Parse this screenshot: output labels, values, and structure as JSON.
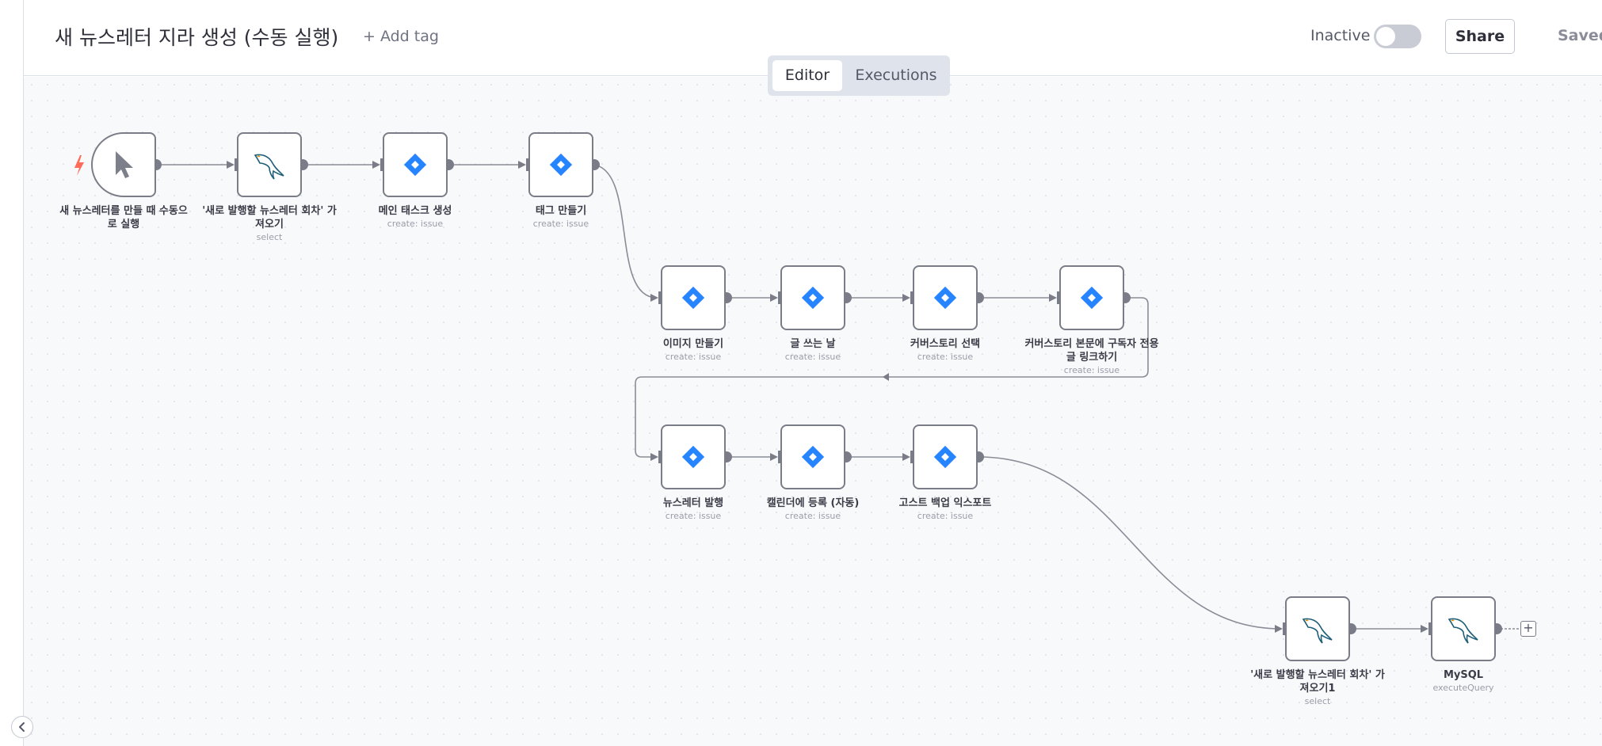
{
  "header": {
    "workflow_title": "새 뉴스레터 지라 생성 (수동 실행)",
    "add_tag": "+ Add tag",
    "inactive_label": "Inactive",
    "share_label": "Share",
    "saved_label": "Saved"
  },
  "tabs": {
    "editor": "Editor",
    "executions": "Executions",
    "active": "Editor"
  },
  "colors": {
    "jira": "#2684ff",
    "mysql": "#1f5f7a",
    "trigger": "#ff6d5a",
    "edge": "#7a7d87"
  },
  "nodes": [
    {
      "label": "새 뉴스레터를 만들 때 수동으로 실행",
      "sub": "",
      "icon": "cursor-icon"
    },
    {
      "label": "'새로 발행할 뉴스레터 회차' 가져오기",
      "sub": "select",
      "icon": "mysql-icon"
    },
    {
      "label": "메인 태스크 생성",
      "sub": "create: issue",
      "icon": "jira-icon"
    },
    {
      "label": "태그 만들기",
      "sub": "create: issue",
      "icon": "jira-icon"
    },
    {
      "label": "이미지 만들기",
      "sub": "create: issue",
      "icon": "jira-icon"
    },
    {
      "label": "글 쓰는 날",
      "sub": "create: issue",
      "icon": "jira-icon"
    },
    {
      "label": "커버스토리 선택",
      "sub": "create: issue",
      "icon": "jira-icon"
    },
    {
      "label": "커버스토리 본문에 구독자 전용 글 링크하기",
      "sub": "create: issue",
      "icon": "jira-icon"
    },
    {
      "label": "뉴스레터 발행",
      "sub": "create: issue",
      "icon": "jira-icon"
    },
    {
      "label": "캘린더에 등록 (자동)",
      "sub": "create: issue",
      "icon": "jira-icon"
    },
    {
      "label": "고스트 백업 익스포트",
      "sub": "create: issue",
      "icon": "jira-icon"
    },
    {
      "label": "'새로 발행할 뉴스레터 회차' 가져오기1",
      "sub": "select",
      "icon": "mysql-icon"
    },
    {
      "label": "MySQL",
      "sub": "executeQuery",
      "icon": "mysql-icon"
    }
  ]
}
